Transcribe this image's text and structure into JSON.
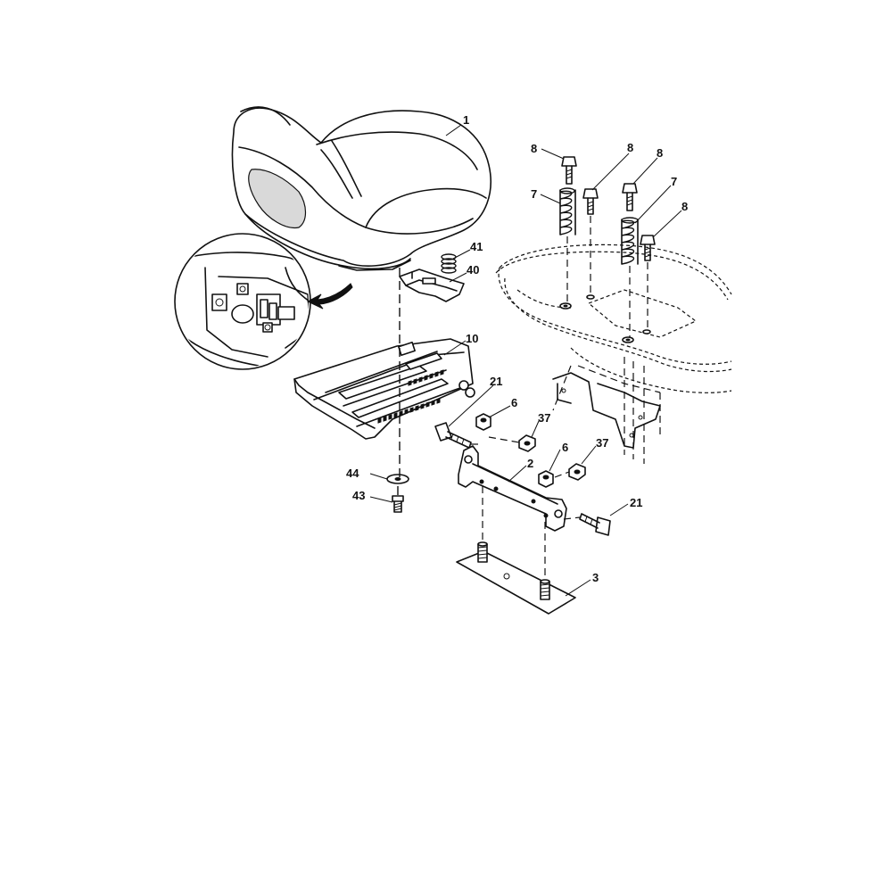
{
  "callouts": [
    {
      "name": "callout-1",
      "text": "1"
    },
    {
      "name": "callout-8-a",
      "text": "8"
    },
    {
      "name": "callout-8-b",
      "text": "8"
    },
    {
      "name": "callout-8-c",
      "text": "8"
    },
    {
      "name": "callout-8-d",
      "text": "8"
    },
    {
      "name": "callout-7-a",
      "text": "7"
    },
    {
      "name": "callout-7-b",
      "text": "7"
    },
    {
      "name": "callout-41",
      "text": "41"
    },
    {
      "name": "callout-40",
      "text": "40"
    },
    {
      "name": "callout-10",
      "text": "10"
    },
    {
      "name": "callout-21-a",
      "text": "21"
    },
    {
      "name": "callout-6-a",
      "text": "6"
    },
    {
      "name": "callout-37-a",
      "text": "37"
    },
    {
      "name": "callout-6-b",
      "text": "6"
    },
    {
      "name": "callout-37-b",
      "text": "37"
    },
    {
      "name": "callout-2",
      "text": "2"
    },
    {
      "name": "callout-21-b",
      "text": "21"
    },
    {
      "name": "callout-44",
      "text": "44"
    },
    {
      "name": "callout-43",
      "text": "43"
    },
    {
      "name": "callout-3",
      "text": "3"
    }
  ]
}
